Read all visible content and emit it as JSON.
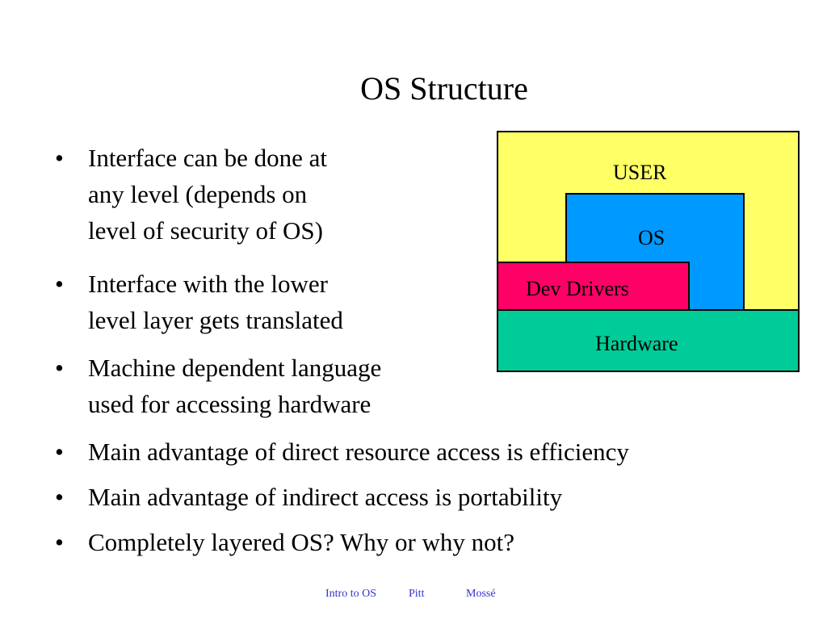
{
  "slide": {
    "title": "OS Structure",
    "bullet_symbol": "•",
    "bullets": [
      {
        "lines": [
          "Interface can be done at",
          "any level (depends on",
          "level of security of OS)"
        ]
      },
      {
        "lines": [
          "Interface with the lower",
          "level layer gets translated"
        ]
      },
      {
        "lines": [
          "Machine dependent language",
          "used for accessing hardware"
        ]
      },
      {
        "lines": [
          "Main advantage of direct resource access is efficiency"
        ]
      },
      {
        "lines": [
          "Main advantage of indirect  access is portability"
        ]
      },
      {
        "lines": [
          "Completely layered OS?  Why or why not?"
        ]
      }
    ]
  },
  "diagram": {
    "layers": {
      "user": "USER",
      "os": "OS",
      "drivers": "Dev Drivers",
      "hardware": "Hardware"
    },
    "colors": {
      "user": "#ffff66",
      "os": "#0099ff",
      "drivers": "#ff0066",
      "hardware": "#00cc99"
    }
  },
  "footer": {
    "course": "Intro to OS",
    "school": "Pitt",
    "author": "Mossé"
  }
}
